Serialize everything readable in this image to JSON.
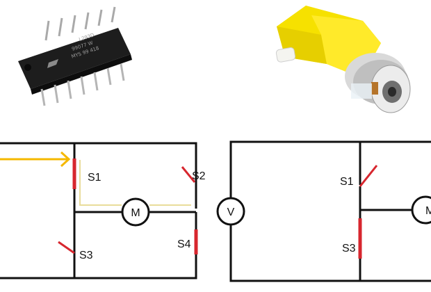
{
  "photos": {
    "chip": {
      "marking_line1": "L293D",
      "marking_line2": "99077 W",
      "marking_line3": "MYS 99 418"
    },
    "motor": {}
  },
  "diagram_left": {
    "switches": {
      "s1": "S1",
      "s2": "S2",
      "s3": "S3",
      "s4": "S4"
    },
    "motor_label": "M"
  },
  "diagram_right": {
    "voltmeter_label": "V",
    "switches": {
      "s1": "S1",
      "s3": "S3"
    },
    "motor_label": "M"
  },
  "colors": {
    "wire": "#111111",
    "switch": "#d7262e",
    "current_arrow": "#f5b800",
    "current_path": "#e9dc9a",
    "chip_body": "#1d1d1d",
    "motor_housing": "#f6e100"
  }
}
